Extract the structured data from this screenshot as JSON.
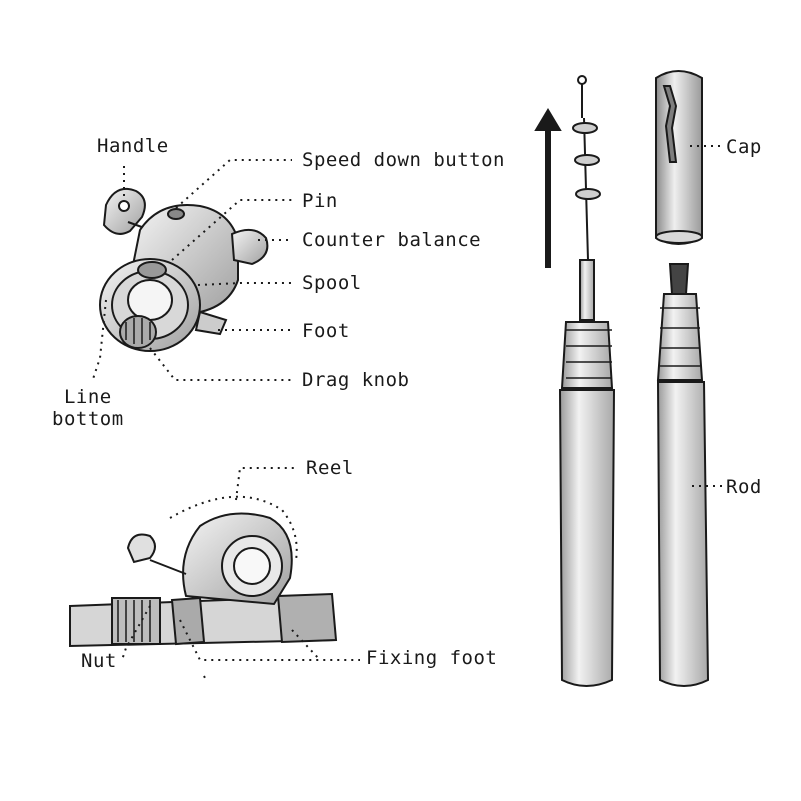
{
  "labels": {
    "handle": "Handle",
    "speed_down_button": "Speed down button",
    "pin": "Pin",
    "counter_balance": "Counter balance",
    "spool": "Spool",
    "foot": "Foot",
    "drag_knob": "Drag knob",
    "line_bottom": "Line\nbottom",
    "reel": "Reel",
    "nut": "Nut",
    "fixing_foot": "Fixing foot",
    "cap": "Cap",
    "rod": "Rod"
  },
  "colors": {
    "ink": "#1a1a1a",
    "shade": "#bdbdbd",
    "light": "#e6e6e6",
    "paper": "#ffffff"
  }
}
